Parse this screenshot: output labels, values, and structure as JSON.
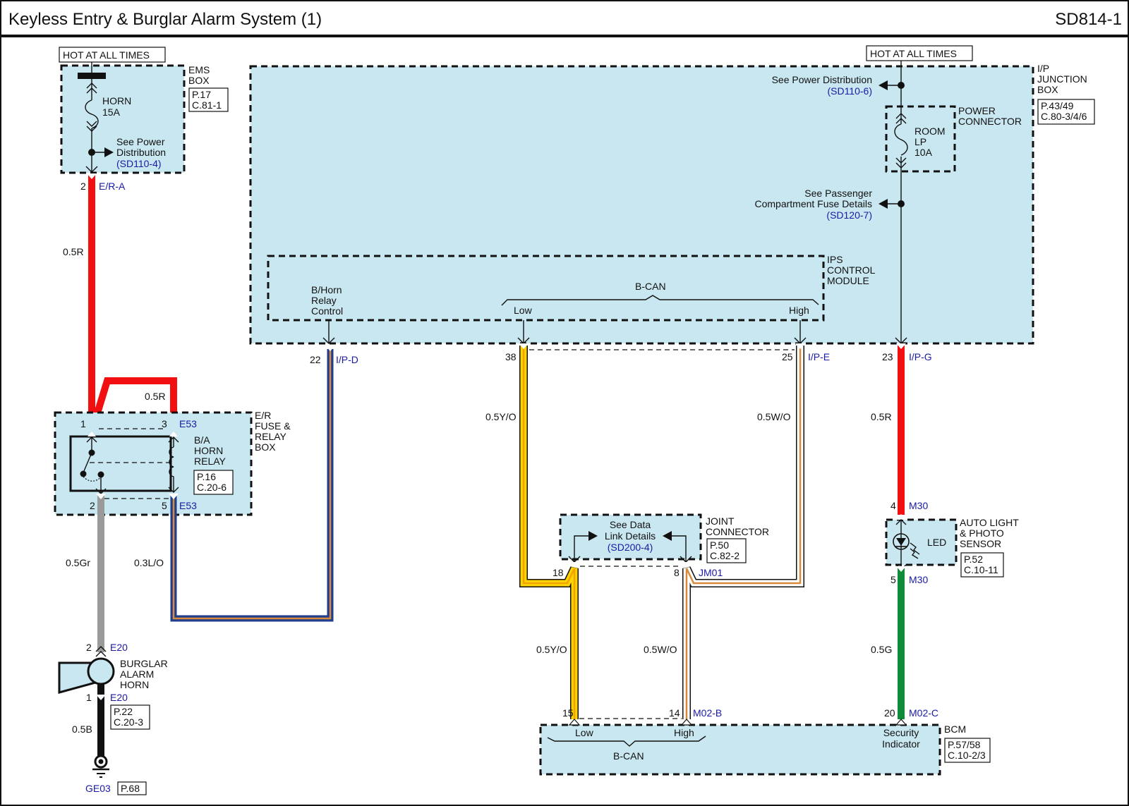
{
  "header": {
    "title": "Keyless Entry & Burglar Alarm System (1)",
    "page_code": "SD814-1"
  },
  "colors": {
    "module_fill": "#c9e7f0",
    "ref_link": "#1a1aa6",
    "wire_red": "#f20f0f",
    "wire_gray": "#9a9a9a",
    "wire_black": "#111111",
    "wire_blue": "#1f3e8c",
    "wire_orange": "#d98a3a",
    "wire_yellow": "#ffd400",
    "wire_green": "#118a3a"
  },
  "power": {
    "left_label": "HOT AT ALL TIMES",
    "right_label": "HOT AT ALL TIMES"
  },
  "ems_box": {
    "name_line1": "EMS",
    "name_line2": "BOX",
    "ref_page": "P.17",
    "ref_conn": "C.81-1",
    "fuse_name": "HORN",
    "fuse_rating": "15A",
    "see_line1": "See Power",
    "see_line2": "Distribution",
    "see_ref": "(SD110-4)",
    "pin": "2",
    "connector": "E/R-A"
  },
  "ip_junction_box": {
    "name_line1": "I/P",
    "name_line2": "JUNCTION",
    "name_line3": "BOX",
    "ref_page": "P.43/49",
    "ref_conn": "C.80-3/4/6",
    "see_power": "See Power Distribution",
    "see_power_ref": "(SD110-6)",
    "power_connector_line1": "POWER",
    "power_connector_line2": "CONNECTOR",
    "fuse_line1": "ROOM",
    "fuse_line2": "LP",
    "fuse_line3": "10A",
    "see_pass_line1": "See Passenger",
    "see_pass_line2": "Compartment Fuse Details",
    "see_pass_ref": "(SD120-7)"
  },
  "ips_module": {
    "name_line1": "IPS",
    "name_line2": "CONTROL",
    "name_line3": "MODULE",
    "horn_line1": "B/Horn",
    "horn_line2": "Relay",
    "horn_line3": "Control",
    "bus": "B-CAN",
    "low": "Low",
    "high": "High"
  },
  "ip_pins": {
    "horn_pin": "22",
    "horn_conn": "I/P-D",
    "low_pin": "38",
    "high_pin": "25",
    "high_conn": "I/P-E",
    "room_pin": "23",
    "room_conn": "I/P-G"
  },
  "er_box": {
    "name_line1": "E/R",
    "name_line2": "FUSE &",
    "name_line3": "RELAY",
    "name_line4": "BOX",
    "relay_line1": "B/A",
    "relay_line2": "HORN",
    "relay_line3": "RELAY",
    "ref_page": "P.16",
    "ref_conn": "C.20-6",
    "pin1": "1",
    "pin3": "3",
    "pin2": "2",
    "pin5": "5",
    "conn_top": "E53",
    "conn_bottom": "E53"
  },
  "horn": {
    "name_line1": "BURGLAR",
    "name_line2": "ALARM",
    "name_line3": "HORN",
    "pin_top": "2",
    "conn_top": "E20",
    "pin_bot": "1",
    "conn_bot": "E20",
    "ref_page": "P.22",
    "ref_conn": "C.20-3",
    "ground": "GE03",
    "ground_ref": "P.68"
  },
  "joint": {
    "name_line1": "JOINT",
    "name_line2": "CONNECTOR",
    "ref_page": "P.50",
    "ref_conn": "C.82-2",
    "see_line1": "See Data",
    "see_line2": "Link Details",
    "see_ref": "(SD200-4)",
    "pin_left": "18",
    "pin_right": "8",
    "conn": "JM01"
  },
  "sensor": {
    "name_line1": "AUTO LIGHT",
    "name_line2": "& PHOTO",
    "name_line3": "SENSOR",
    "ref_page": "P.52",
    "ref_conn": "C.10-11",
    "led": "LED",
    "pin_top": "4",
    "conn_top": "M30",
    "pin_bot": "5",
    "conn_bot": "M30"
  },
  "bcm": {
    "name": "BCM",
    "ref_page": "P.57/58",
    "ref_conn": "C.10-2/3",
    "low": "Low",
    "high": "High",
    "bus": "B-CAN",
    "sec_line1": "Security",
    "sec_line2": "Indicator",
    "pin_low": "15",
    "pin_high": "14",
    "conn_high": "M02-B",
    "pin_sec": "20",
    "conn_sec": "M02-C"
  },
  "wires": {
    "horn_feed": "0.5R",
    "relay_jumper": "0.5R",
    "relay_to_horn": "0.5Gr",
    "relay_to_ips": "0.3L/O",
    "horn_ground": "0.5B",
    "can_low_upper": "0.5Y/O",
    "can_high_upper": "0.5W/O",
    "can_low_lower": "0.5Y/O",
    "can_high_lower": "0.5W/O",
    "room_feed": "0.5R",
    "sensor_to_bcm": "0.5G"
  }
}
